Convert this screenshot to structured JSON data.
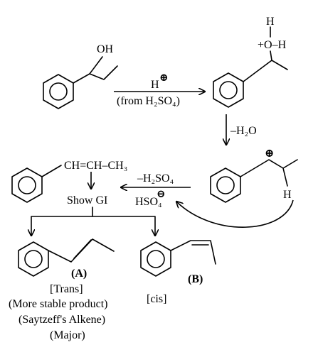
{
  "reactant": {
    "oh": "OH"
  },
  "step1": {
    "reagent": "H",
    "plus": "⊕",
    "note": "(from H₂SO₄)"
  },
  "protonated": {
    "h_top": "H",
    "oxonium": "+O–H"
  },
  "step2": {
    "reagent": "–H₂O"
  },
  "carbocation": {
    "plus": "⊕",
    "h": "H"
  },
  "step3": {
    "reagent": "–H₂SO₄",
    "bisulfate": "HSO₄",
    "minus": "⊖"
  },
  "alkene": {
    "chain": "CH=CH–CH₃",
    "note": "Show GI"
  },
  "product_a": {
    "id": "(A)",
    "label": "[Trans]",
    "line1": "(More stable product)",
    "line2": "(Saytzeff's Alkene)",
    "line3": "(Major)"
  },
  "product_b": {
    "id": "(B)",
    "label": "[cis]"
  }
}
